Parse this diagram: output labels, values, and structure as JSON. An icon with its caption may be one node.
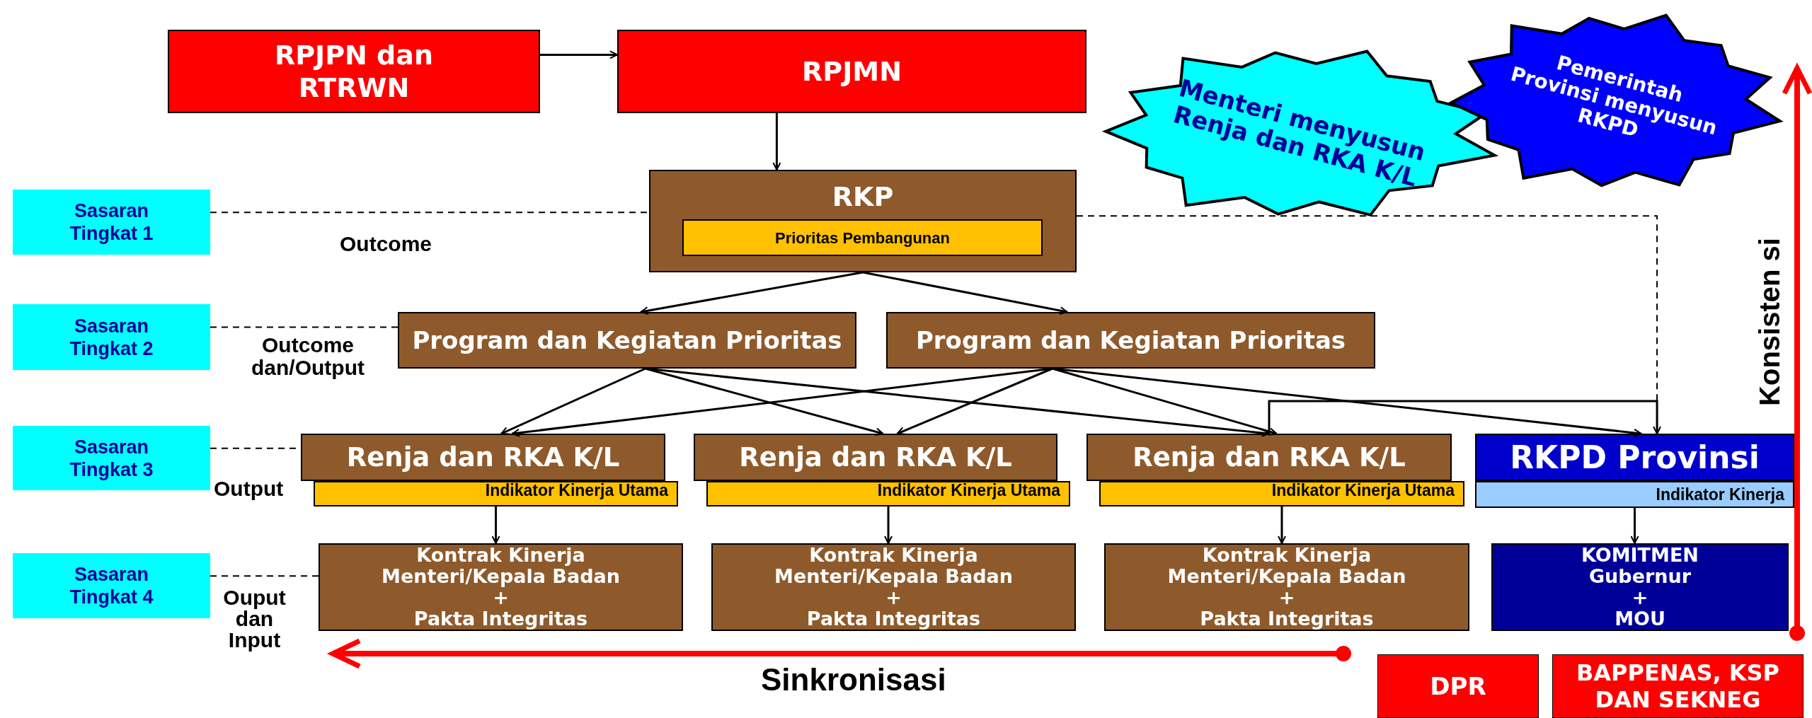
{
  "diagram": {
    "nodes": [
      {
        "text": [
          "RPJPN dan RTRWN"
        ]
      },
      {
        "text": [
          "RPJMN"
        ]
      },
      {
        "text": [
          "Menteri menyusun Renja dan RKA K/L"
        ]
      },
      {
        "text": [
          "Pemerintah Provinsi menyusun RKPD"
        ]
      },
      {
        "text": [
          "Sasaran Tingkat 1"
        ]
      },
      {
        "text": [
          "RKP"
        ]
      },
      {
        "text": [
          "Prioritas Pembangunan"
        ],
        "in": 5
      },
      {
        "text": [
          "Sasaran Tingkat 2"
        ]
      },
      {
        "text": [
          "Program dan Kegiatan Prioritas"
        ]
      },
      {
        "text": [
          "Program dan Kegiatan Prioritas"
        ]
      },
      {
        "text": [
          "Sasaran Tingkat 3"
        ]
      },
      {
        "text": [
          "Renja dan RKA K/L"
        ]
      },
      {
        "text": [
          "Indikator Kinerja Utama"
        ]
      },
      {
        "text": [
          "Renja dan RKA K/L"
        ]
      },
      {
        "text": [
          "Indikator Kinerja Utama"
        ]
      },
      {
        "text": [
          "Renja dan RKA K/L"
        ]
      },
      {
        "text": [
          "Indikator Kinerja Utama"
        ]
      },
      {
        "text": [
          "RKPD Provinsi"
        ]
      },
      {
        "text": [
          "Indikator Kinerja"
        ]
      },
      {
        "text": [
          "Sasaran Tingkat 4"
        ]
      },
      {
        "text": [
          "Kontrak Kinerja Menteri/Kepala Badan",
          "+",
          "Pakta Integritas"
        ]
      },
      {
        "text": [
          "Kontrak Kinerja Menteri/Kepala Badan",
          "+",
          "Pakta Integritas"
        ]
      },
      {
        "text": [
          "Kontrak Kinerja Menteri/Kepala Badan",
          "+",
          "Pakta Integritas"
        ]
      },
      {
        "text": [
          "KOMITMEN Gubernur",
          "+",
          "MOU"
        ]
      },
      {
        "text": [
          "DPR"
        ]
      },
      {
        "text": [
          "BAPPENAS, KSP DAN SEKNEG"
        ]
      }
    ],
    "edges": [
      {
        "from": 0,
        "to": 1,
        "arrow": "to"
      },
      {
        "from": 1,
        "to": 5,
        "arrow": "to"
      },
      {
        "from": 5,
        "to": 8,
        "arrow": "to"
      },
      {
        "from": 5,
        "to": 9,
        "arrow": "to"
      },
      {
        "from": 8,
        "to": 11,
        "arrow": "to"
      },
      {
        "from": 8,
        "to": 13,
        "arrow": "to"
      },
      {
        "from": 8,
        "to": 15,
        "arrow": "to"
      },
      {
        "from": 9,
        "to": 11,
        "arrow": "to"
      },
      {
        "from": 9,
        "to": 13,
        "arrow": "to"
      },
      {
        "from": 9,
        "to": 15,
        "arrow": "to"
      },
      {
        "from": 9,
        "to": 17,
        "arrow": "to"
      },
      {
        "from": 15,
        "to": 17,
        "arrow": "to"
      },
      {
        "from": 12,
        "to": 20,
        "arrow": "to"
      },
      {
        "from": 14,
        "to": 21,
        "arrow": "to"
      },
      {
        "from": 16,
        "to": 22,
        "arrow": "to"
      },
      {
        "from": 18,
        "to": 23,
        "arrow": "to"
      },
      {
        "from": 4,
        "to": 5,
        "arrow": "none",
        "style": "dashed"
      },
      {
        "from": 7,
        "to": 8,
        "arrow": "none",
        "style": "dashed"
      },
      {
        "from": 10,
        "to": 11,
        "arrow": "none",
        "style": "dashed"
      },
      {
        "from": 19,
        "to": 20,
        "arrow": "none",
        "style": "dashed"
      },
      {
        "from": 5,
        "to": 17,
        "arrow": "none",
        "style": "dashed"
      }
    ],
    "labels": [
      "Outcome",
      "Outcome dan/Output",
      "Output",
      "Ouput dan Input",
      "Sinkronisasi",
      "Konsisten si"
    ]
  }
}
